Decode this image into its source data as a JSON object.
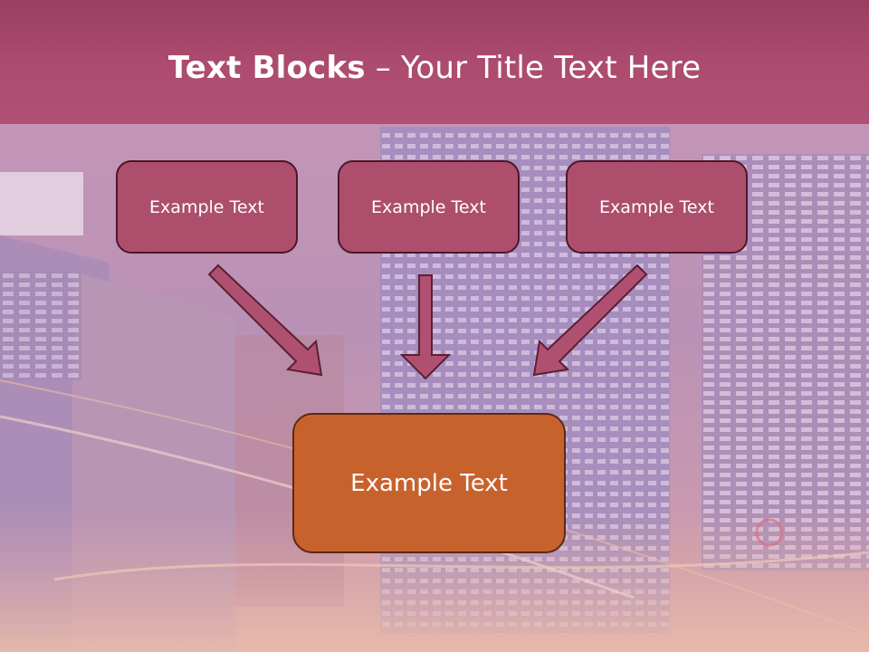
{
  "slide": {
    "title_bold": "Text Blocks",
    "title_rest": " – Your Title Text Here"
  },
  "blocks": [
    {
      "label": "Example Text"
    },
    {
      "label": "Example Text"
    },
    {
      "label": "Example Text"
    }
  ],
  "result_block": {
    "label": "Example Text"
  },
  "colors": {
    "header": "#ad4c6f",
    "block_fill": "#ad4f6c",
    "block_border": "#4e1628",
    "result_fill": "#c8622d",
    "result_border": "#5c2815",
    "arrow_fill": "#b05070",
    "arrow_stroke": "#5a1f33"
  }
}
